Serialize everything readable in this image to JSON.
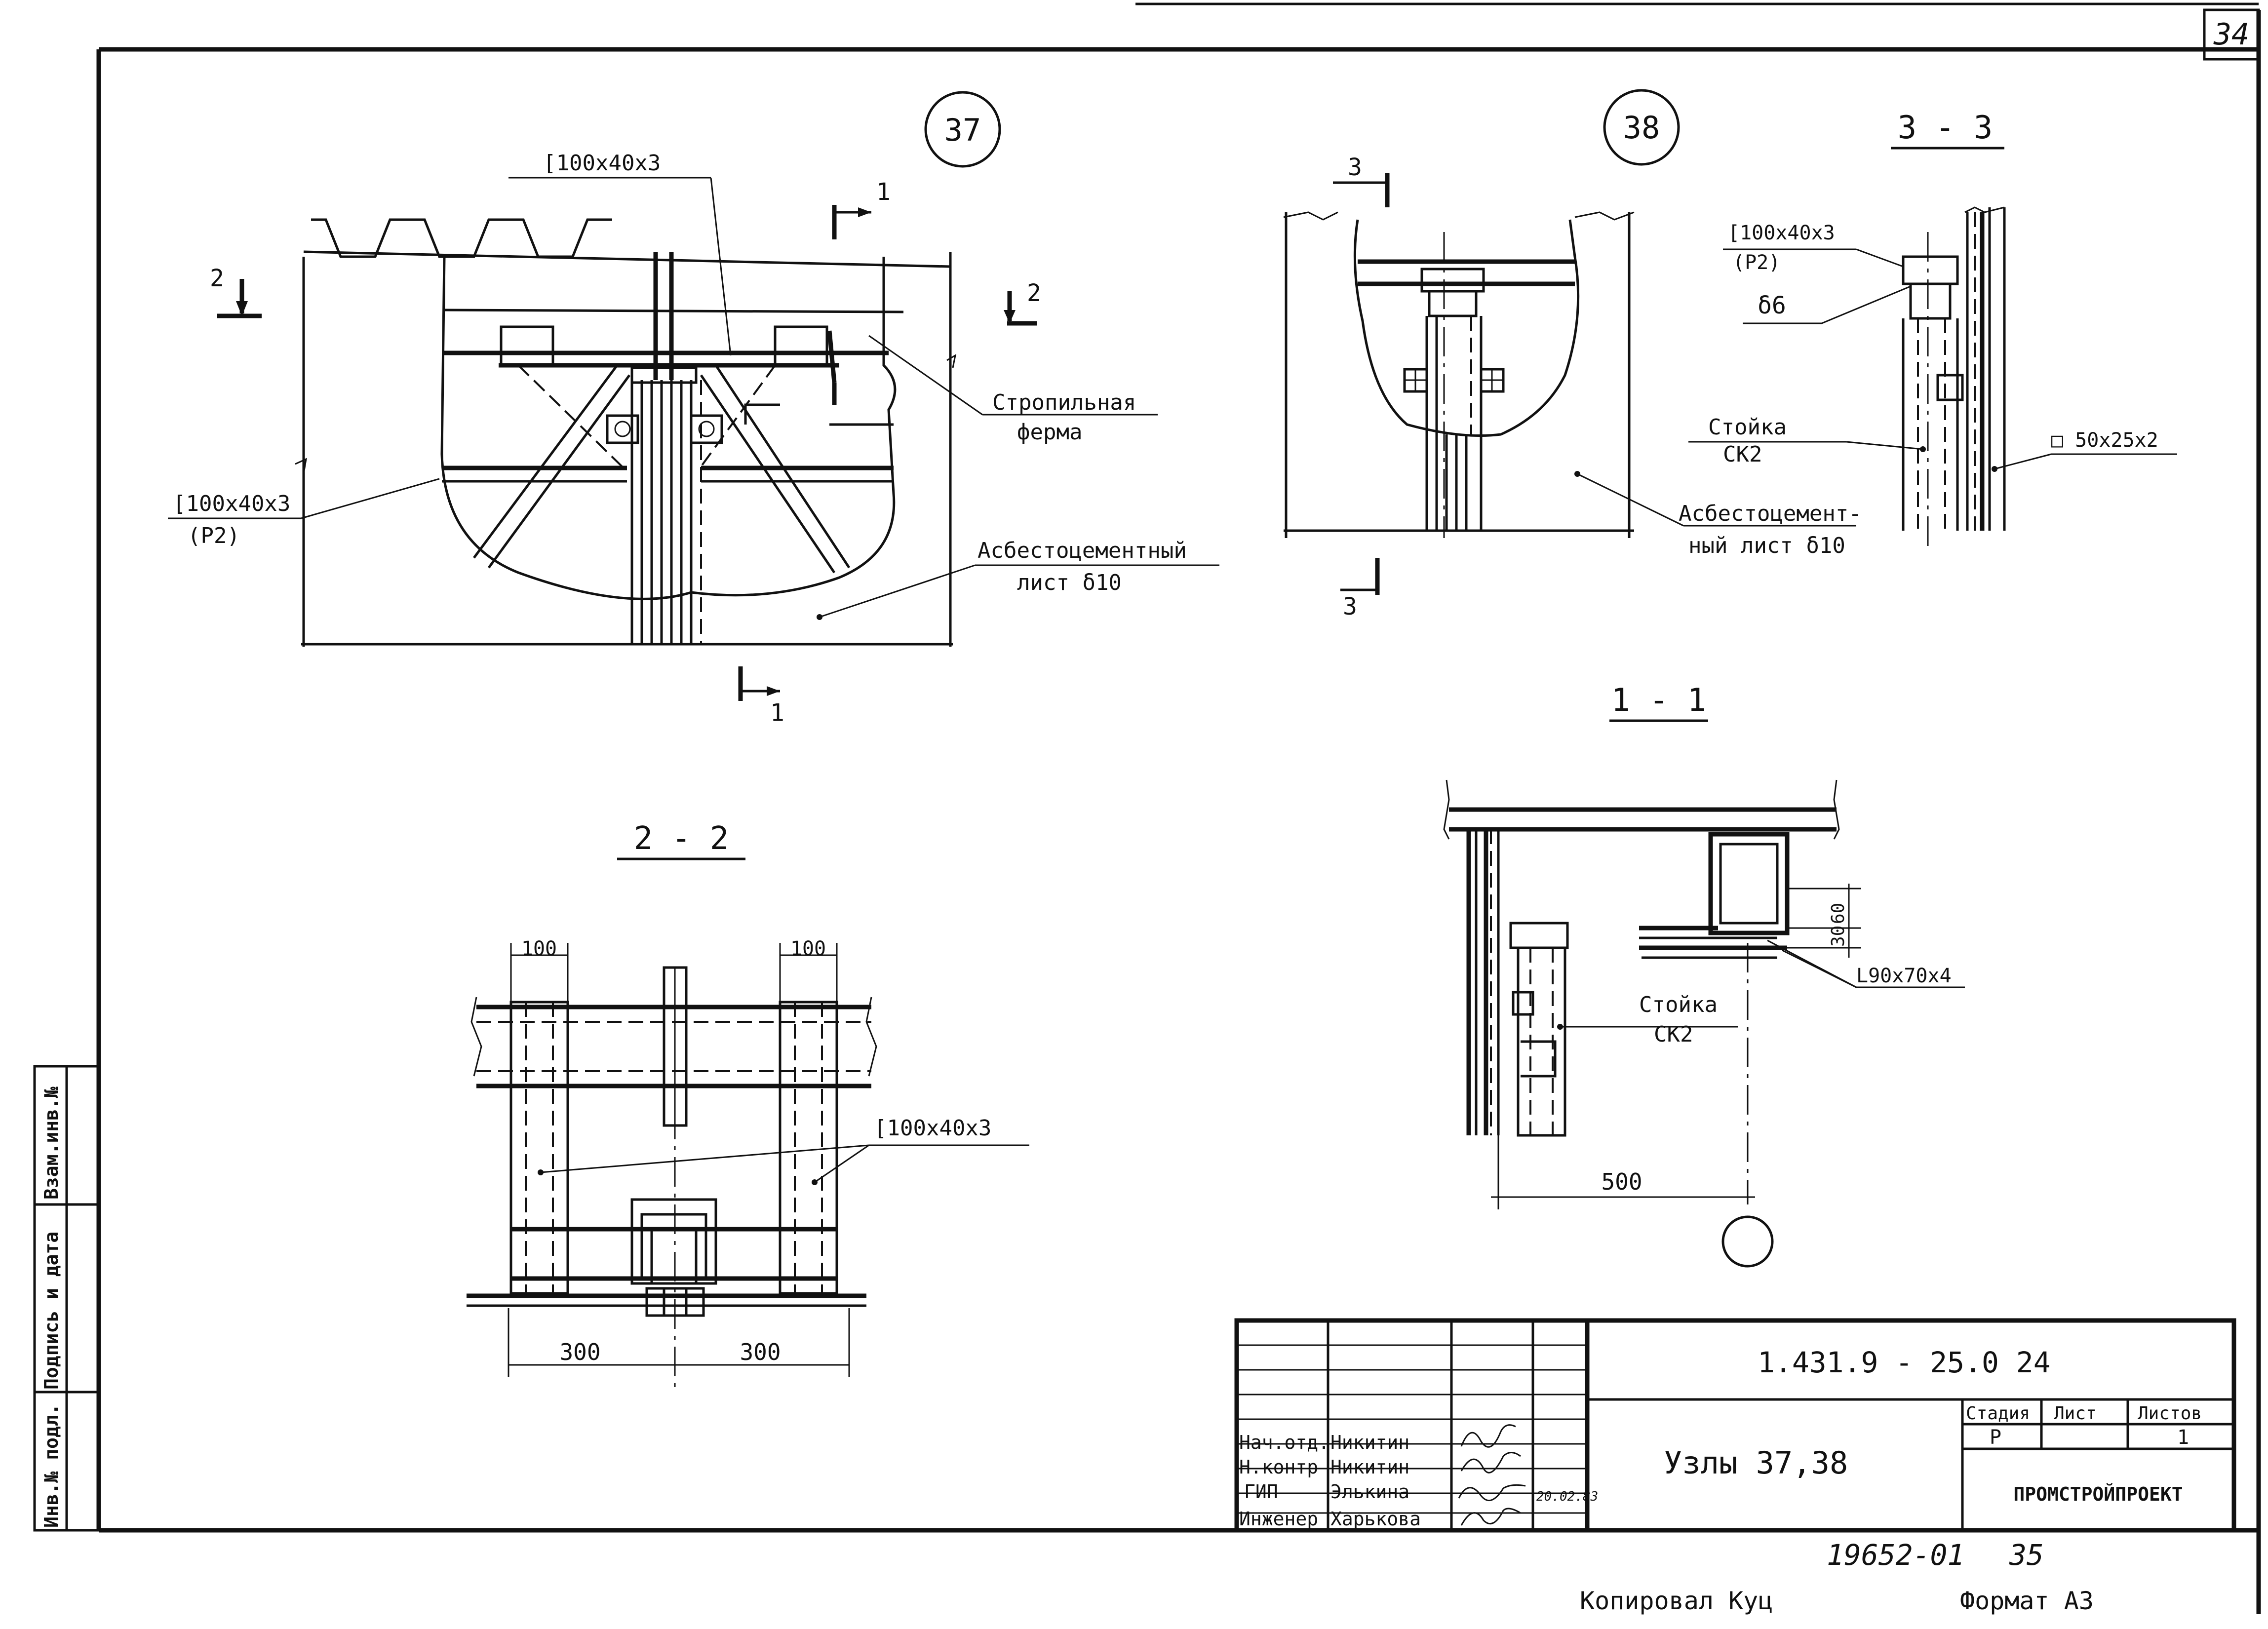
{
  "sheet": {
    "number": "34",
    "format": "Формат А3",
    "copied_by": "Копировал Куц",
    "inventory_number": "19652-01",
    "inventory_suffix": "35"
  },
  "side_stamp": {
    "inv_orig": "Инв.№ подл.",
    "sign_date": "Подпись и дата",
    "inv_replace": "Взам.инв.№"
  },
  "views": {
    "node37": {
      "marker": "37",
      "label_channel_top": "[100x40x3",
      "label_channel_left": "[100x40x3",
      "label_channel_left_mark": "(Р2)",
      "label_truss_1": "Стропильная",
      "label_truss_2": "ферма",
      "label_sheet_1": "Асбестоцементный",
      "label_sheet_2": "лист δ10",
      "cut1_top": "1",
      "cut1_bottom": "1",
      "cut2_left": "2",
      "cut2_right": "2"
    },
    "node38": {
      "marker": "38",
      "cut3_top": "3",
      "cut3_bottom": "3",
      "label_sheet_1": "Асбестоцемент-",
      "label_sheet_2": "ный лист δ10"
    },
    "section33": {
      "title": "3 - 3",
      "label_channel": "[100x40x3",
      "label_mark": "(Р2)",
      "label_weld": "δ6",
      "label_post_1": "Стойка",
      "label_post_2": "СК2",
      "label_tube": "□ 50x25x2"
    },
    "section22": {
      "title": "2 - 2",
      "dim_top_left": "100",
      "dim_top_right": "100",
      "label_channel": "[100x40x3",
      "dim_bottom_left": "300",
      "dim_bottom_right": "300"
    },
    "section11": {
      "title": "1 - 1",
      "dim_30": "30",
      "dim_60": "60",
      "label_angle": "L90x70x4",
      "label_post_1": "Стойка",
      "label_post_2": "СК2",
      "dim_500": "500"
    }
  },
  "title_block": {
    "code": "1.431.9 - 25.0  24",
    "title": "Узлы 37,38",
    "stage_header": "Стадия",
    "sheet_header": "Лист",
    "sheets_header": "Листов",
    "stage": "Р",
    "sheets_total": "1",
    "organization": "ПРОМСТРОЙПРОЕКТ",
    "signatures": [
      {
        "role": "Нач.отд.",
        "name": "Никитин"
      },
      {
        "role": "Н.контр",
        "name": "Никитин"
      },
      {
        "role": "ГИП",
        "name": "Элькина"
      },
      {
        "role": "Инженер",
        "name": "Харькова"
      }
    ],
    "sign_date": "20.02.83"
  }
}
